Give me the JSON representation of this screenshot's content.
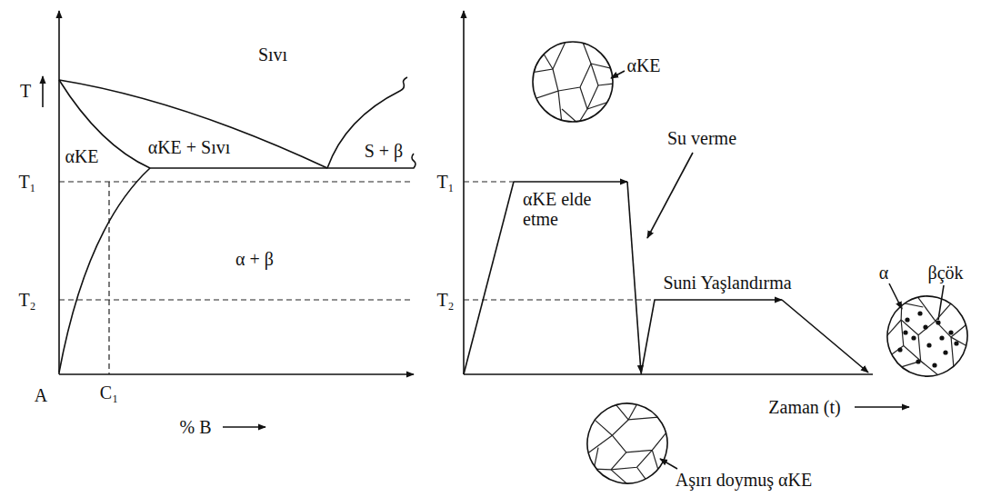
{
  "diagram": {
    "labels": [
      "T",
      "T₁",
      "T₂",
      "Sıvı",
      "αKE",
      "αKE + Sıvı",
      "S + β",
      "α + β",
      "A",
      "C₁",
      "% B",
      "T₁",
      "T₂",
      "αKE",
      "αKE elde etme",
      "Su verme",
      "Suni Yaşlandırma",
      "Aşırı doymuş αKE",
      "α",
      "βçök",
      "Zaman (t)"
    ]
  }
}
